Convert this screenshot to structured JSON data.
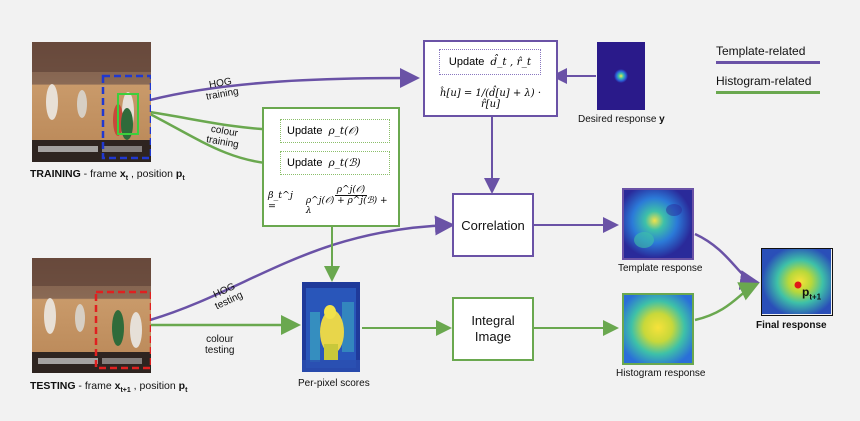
{
  "legend": {
    "template_label": "Template-related",
    "histogram_label": "Histogram-related",
    "template_color": "#6a52a6",
    "histogram_color": "#6aa84f"
  },
  "training_caption": {
    "prefix": "TRAINING",
    "middle": " - frame ",
    "frame_var": "x",
    "frame_sub": "t",
    "pos_text": " , position ",
    "pos_var": "p",
    "pos_sub": "t"
  },
  "testing_caption": {
    "prefix": "TESTING",
    "middle": " - frame ",
    "frame_var": "x",
    "frame_sub": "t+1",
    "pos_text": " , position ",
    "pos_var": "p",
    "pos_sub": "t"
  },
  "arrow_labels": {
    "hog_training": [
      "HOG",
      "training"
    ],
    "colour_training": [
      "colour",
      "training"
    ],
    "hog_testing": [
      "HOG",
      "testing"
    ],
    "colour_testing": [
      "colour",
      "testing"
    ]
  },
  "template_box": {
    "update_label": "Update",
    "update_vars": "d̂_t ,  r̂_t",
    "equation": "ĥ[u] = 1/(d̂[u] + λ) · r̂[u]"
  },
  "histogram_box": {
    "update_label_1": "Update",
    "update_var_1": "ρ_t(𝒪)",
    "update_label_2": "Update",
    "update_var_2": "ρ_t(ℬ)",
    "equation_lhs": "β_t^j =",
    "equation_num": "ρ^j(𝒪)",
    "equation_den": "ρ^j(𝒪) + ρ^j(ℬ) + λ"
  },
  "desired_response": {
    "label": "Desired response ",
    "var": "y"
  },
  "correlation_label": "Correlation",
  "integral_image_label": "Integral Image",
  "template_response_label": "Template response",
  "histogram_response_label": "Histogram response",
  "per_pixel_label": "Per-pixel scores",
  "final_response": {
    "label": "Final response",
    "point_var": "p",
    "point_sub": "t+1"
  }
}
